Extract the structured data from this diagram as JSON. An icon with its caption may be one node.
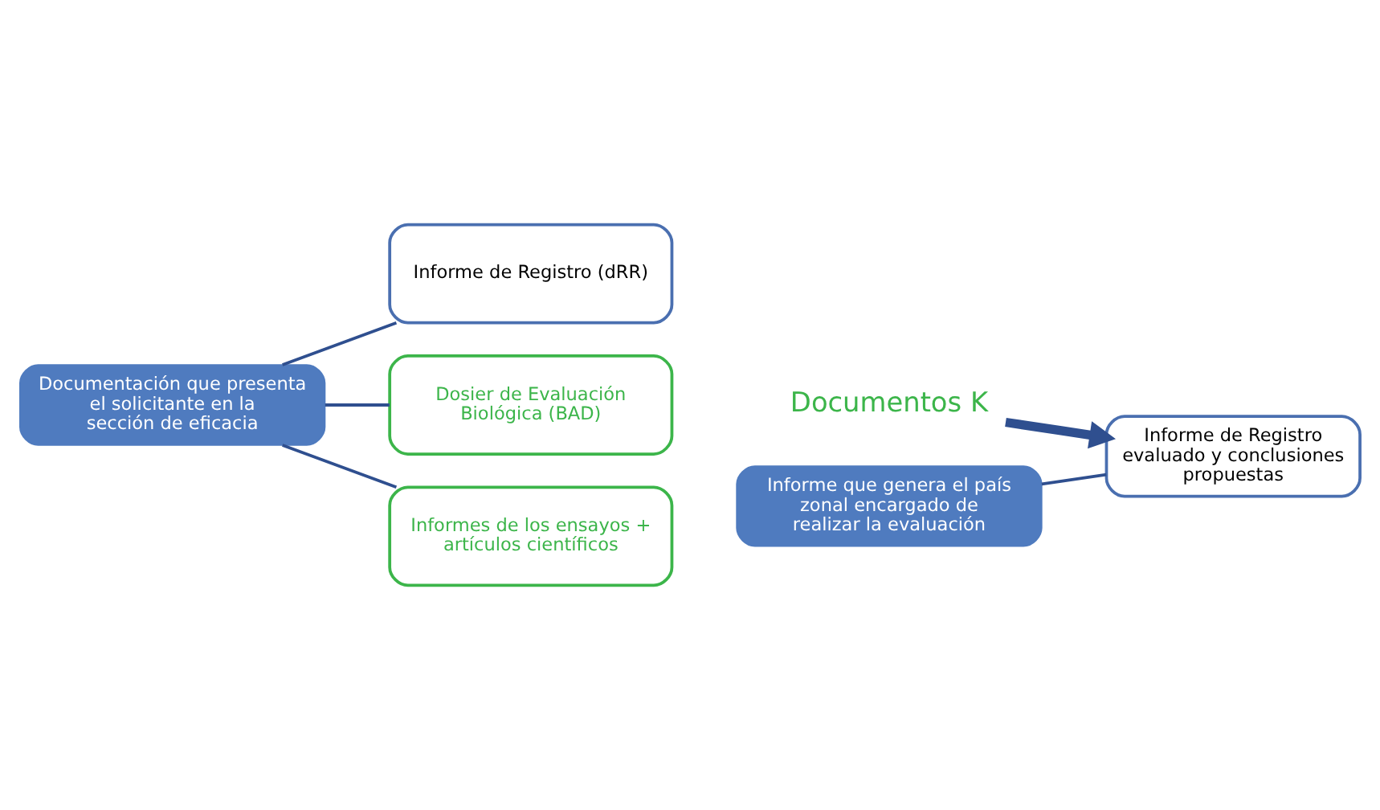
{
  "diagram": {
    "nodes": [
      {
        "text": [
          "Documentación que presenta el solicitante en la sección de eficacia"
        ]
      },
      {
        "text": [
          "Informe de Registro (dRR)"
        ]
      },
      {
        "text": [
          "Dosier de Evaluación Biológica (BAD)"
        ]
      },
      {
        "text": [
          "Informes de los ensayos + artículos científicos"
        ]
      },
      {
        "text": [
          "Documentos K"
        ]
      },
      {
        "text": [
          "Informe que genera el país zonal encargado de realizar la evaluación"
        ]
      },
      {
        "text": [
          "Informe de Registro evaluado y conclusiones propuestas"
        ]
      }
    ],
    "edges": [
      {
        "from": 0,
        "to": 1,
        "arrow": "none"
      },
      {
        "from": 0,
        "to": 2,
        "arrow": "none"
      },
      {
        "from": 0,
        "to": 3,
        "arrow": "none"
      },
      {
        "from": 4,
        "to": 6,
        "arrow": "to",
        "style": "thick"
      },
      {
        "from": 5,
        "to": 6,
        "arrow": "none"
      }
    ]
  }
}
